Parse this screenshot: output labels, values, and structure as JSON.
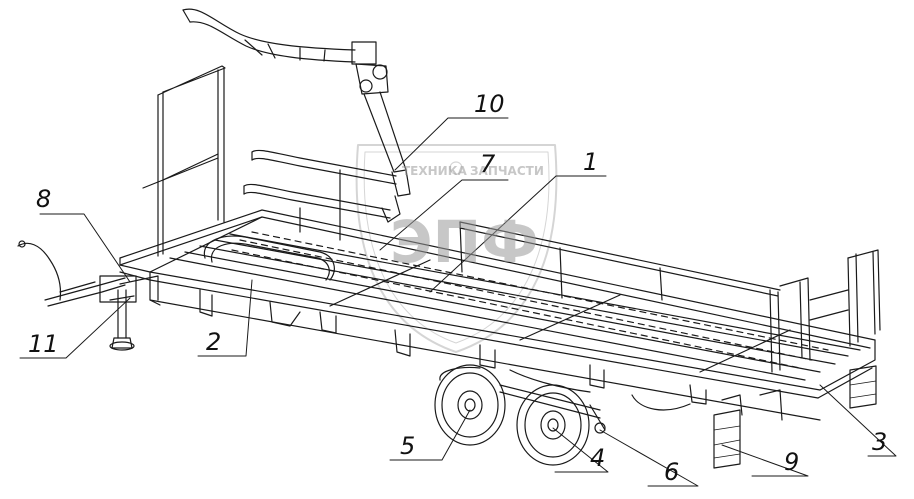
{
  "callouts": {
    "c1": "1",
    "c2": "2",
    "c3": "3",
    "c4": "4",
    "c5": "5",
    "c6": "6",
    "c7": "7",
    "c8": "8",
    "c9": "9",
    "c10": "10",
    "c11": "11"
  },
  "watermark": {
    "top_text_left": "ТЕХНИКА",
    "top_text_right": "ЗАПЧАСТИ",
    "logo_text": "ЭПФ"
  }
}
